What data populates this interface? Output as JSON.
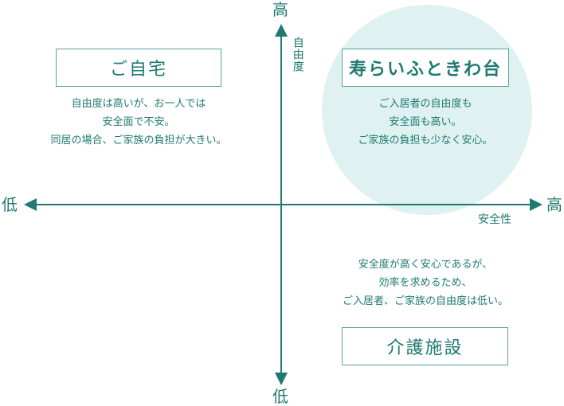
{
  "axes": {
    "y_high": "高",
    "y_low": "低",
    "x_high": "高",
    "x_low": "低",
    "y_title": "自由度",
    "x_title": "安全性"
  },
  "quadrants": {
    "home": {
      "title": "ご自宅",
      "lines": [
        "自由度は高いが、お一人では",
        "安全面で不安。",
        "同居の場合、ご家族の負担が大きい。"
      ]
    },
    "kotobuki": {
      "title": "寿らいふときわ台",
      "lines": [
        "ご入居者の自由度も",
        "安全面も高い。",
        "ご家族の負担も少なく安心。"
      ]
    },
    "facility": {
      "title": "介護施設",
      "lines": [
        "安全度が高く安心であるが、",
        "効率を求めるため、",
        "ご入居者、ご家族の自由度は低い。"
      ]
    }
  },
  "colors": {
    "teal": "#1f7a72",
    "circle": "#dff1f0"
  }
}
